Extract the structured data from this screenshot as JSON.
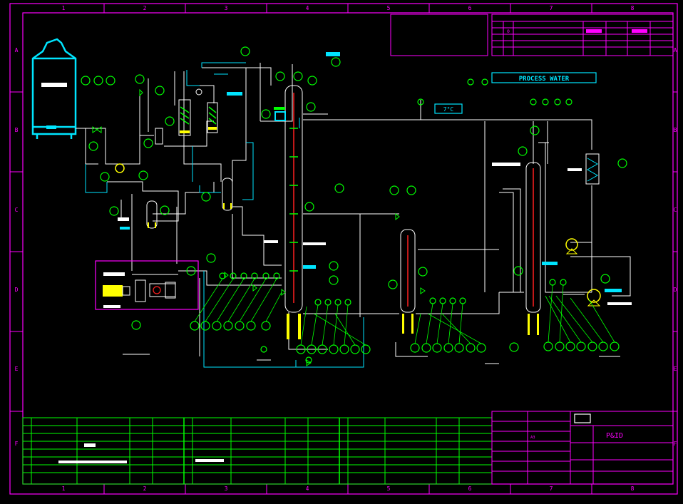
{
  "colors": {
    "background": "#000000",
    "frame": "#ff00ff",
    "title_block": "#00ff00",
    "line": "#ffffff",
    "pipe": "#00e5ff",
    "equipment": "#00ff00",
    "instrument": "#00ff00",
    "text_box": "#00e5ff",
    "highlight": "#ffff00",
    "alarm": "#ff2020",
    "magenta": "#ff00ff"
  },
  "grid": {
    "columns": [
      "1",
      "2",
      "3",
      "4",
      "5",
      "6",
      "7",
      "8"
    ],
    "rows": [
      "A",
      "B",
      "C",
      "D",
      "E",
      "F"
    ]
  },
  "confidential_note": {
    "title": "",
    "lines": []
  },
  "revisions": {
    "title": "",
    "headers": [],
    "rows": [
      {
        "no": "0",
        "description": "",
        "date": "",
        "by": "",
        "checked": "",
        "approved": ""
      }
    ]
  },
  "labels": {
    "process_water": "PROCESS WATER",
    "temperature": "7°C"
  },
  "instruments": {
    "storage_area": [
      "",
      "",
      "",
      "",
      "",
      ""
    ],
    "column_1": [
      "",
      "",
      "",
      "",
      "",
      ""
    ],
    "column_2": [
      "",
      "",
      "",
      "",
      ""
    ],
    "column_3": [
      "",
      "",
      "",
      "",
      ""
    ],
    "column_1_bottom": [
      "",
      "",
      "",
      "",
      "",
      ""
    ],
    "column_2_bottom": [
      "",
      "",
      "",
      "",
      "",
      ""
    ],
    "column_3_bottom": [
      "",
      "",
      "",
      "",
      "",
      ""
    ],
    "misc": [
      "",
      "",
      "",
      "",
      "",
      "",
      "",
      "",
      "",
      "",
      "",
      "",
      "",
      ""
    ]
  },
  "parts_list": {
    "columns": [
      {
        "headers": [
          "",
          "",
          "",
          "",
          ""
        ],
        "rows": [
          [
            "",
            "",
            "",
            "",
            ""
          ],
          [
            "",
            "",
            "",
            "",
            ""
          ],
          [
            "",
            "",
            "",
            "",
            ""
          ],
          [
            "",
            "",
            "",
            "",
            ""
          ],
          [
            "",
            "",
            "",
            "",
            ""
          ],
          [
            "",
            "",
            "",
            "",
            ""
          ],
          [
            "",
            "",
            "",
            "",
            ""
          ],
          [
            "",
            "",
            "",
            "",
            ""
          ]
        ]
      },
      {
        "headers": [
          "",
          "",
          "",
          "",
          ""
        ],
        "rows": [
          [
            "",
            "",
            "",
            "",
            ""
          ],
          [
            "",
            "",
            "",
            "",
            ""
          ],
          [
            "",
            "",
            "",
            "",
            ""
          ],
          [
            "",
            "",
            "",
            "",
            ""
          ],
          [
            "",
            "",
            "",
            "",
            ""
          ],
          [
            "",
            "",
            "",
            "",
            ""
          ],
          [
            "",
            "",
            "",
            "",
            ""
          ],
          [
            "",
            "",
            "",
            "",
            ""
          ]
        ]
      },
      {
        "headers": [
          "",
          "",
          "",
          "",
          ""
        ],
        "rows": [
          [
            "",
            "",
            "",
            "",
            ""
          ],
          [
            "",
            "",
            "",
            "",
            ""
          ],
          [
            "",
            "",
            "",
            "",
            ""
          ],
          [
            "",
            "",
            "",
            "",
            ""
          ],
          [
            "",
            "",
            "",
            "",
            ""
          ],
          [
            "",
            "",
            "",
            "",
            ""
          ],
          [
            "",
            "",
            "",
            "",
            ""
          ],
          [
            "",
            "",
            "",
            "",
            ""
          ]
        ]
      }
    ]
  },
  "title_block": {
    "company": "",
    "rows": [
      {
        "label": "",
        "value": ""
      },
      {
        "label": "",
        "value": ""
      },
      {
        "label": "",
        "value": "A3"
      },
      {
        "label": "",
        "value": ""
      },
      {
        "label": "",
        "value": ""
      },
      {
        "label": "",
        "value": ""
      },
      {
        "label": "",
        "value": ""
      }
    ],
    "title_label": "",
    "title": "P&ID",
    "subject_label": "",
    "subject": "",
    "dwg_no_label": "",
    "dwg_no": "",
    "rev_no_label": "",
    "rev_no": ""
  }
}
